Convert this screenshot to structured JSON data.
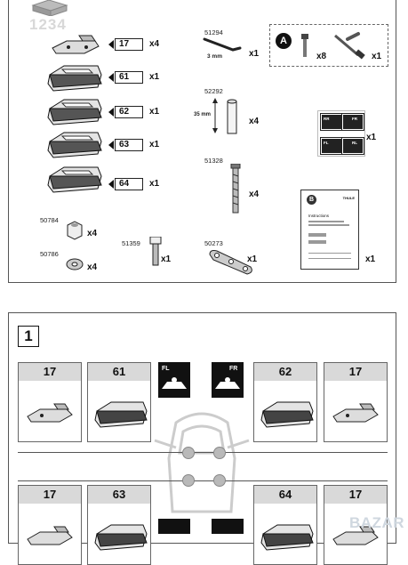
{
  "parts": {
    "watermark_number": "1234",
    "kit_pads": [
      {
        "code": "17",
        "qty": "x4"
      },
      {
        "code": "61",
        "qty": "x1"
      },
      {
        "code": "62",
        "qty": "x1"
      },
      {
        "code": "63",
        "qty": "x1"
      },
      {
        "code": "64",
        "qty": "x1"
      }
    ],
    "hex_key": {
      "part_no": "51294",
      "size": "3 mm",
      "qty": "x1"
    },
    "tool_group": {
      "badge": "A",
      "bolt_qty": "x8",
      "tbar_qty": "x1"
    },
    "spacer": {
      "part_no": "52292",
      "length": "35 mm",
      "qty": "x4"
    },
    "stickers": {
      "qty": "x1",
      "labels": [
        "RR",
        "FR",
        "FL",
        "RL"
      ]
    },
    "long_bolt": {
      "part_no": "51328",
      "qty": "x4"
    },
    "manual": {
      "badge": "B",
      "brand": "THULE",
      "title": "Instructions",
      "qty": "x1"
    },
    "nut": {
      "part_no": "50784",
      "qty": "x4"
    },
    "washer": {
      "part_no": "50786",
      "qty": "x4"
    },
    "short_bolt": {
      "part_no": "51359",
      "qty": "x1"
    },
    "plate": {
      "part_no": "50273",
      "qty": "x1"
    }
  },
  "step": {
    "number": "1",
    "row1_cards": [
      "17",
      "61",
      "62",
      "17"
    ],
    "row2_cards": [
      "17",
      "63",
      "64",
      "17"
    ],
    "badges": {
      "front_left": "FL",
      "front_right": "FR"
    }
  },
  "watermark": "BAZAR"
}
